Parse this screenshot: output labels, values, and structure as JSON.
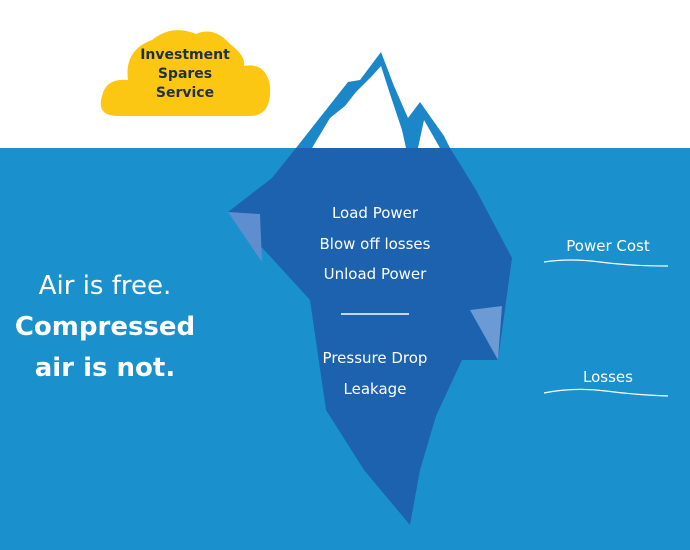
{
  "cloud": {
    "lines": [
      "Investment",
      "Spares",
      "Service"
    ],
    "color": "#fcc712"
  },
  "iceberg": {
    "above_items": [
      "Load Power",
      "Blow off losses",
      "Unload Power"
    ],
    "below_items": [
      "Pressure Drop",
      "Leakage"
    ]
  },
  "side_labels": {
    "power_cost": "Power Cost",
    "losses": "Losses"
  },
  "headline": {
    "line1": "Air is free.",
    "line2": "Compressed",
    "line3": "air is not."
  },
  "colors": {
    "sky": "#ffffff",
    "water": "#1a91cd",
    "iceberg_under": "#1c62ae",
    "iceberg_tip": "#1b86c8",
    "cloud": "#fcc712"
  }
}
